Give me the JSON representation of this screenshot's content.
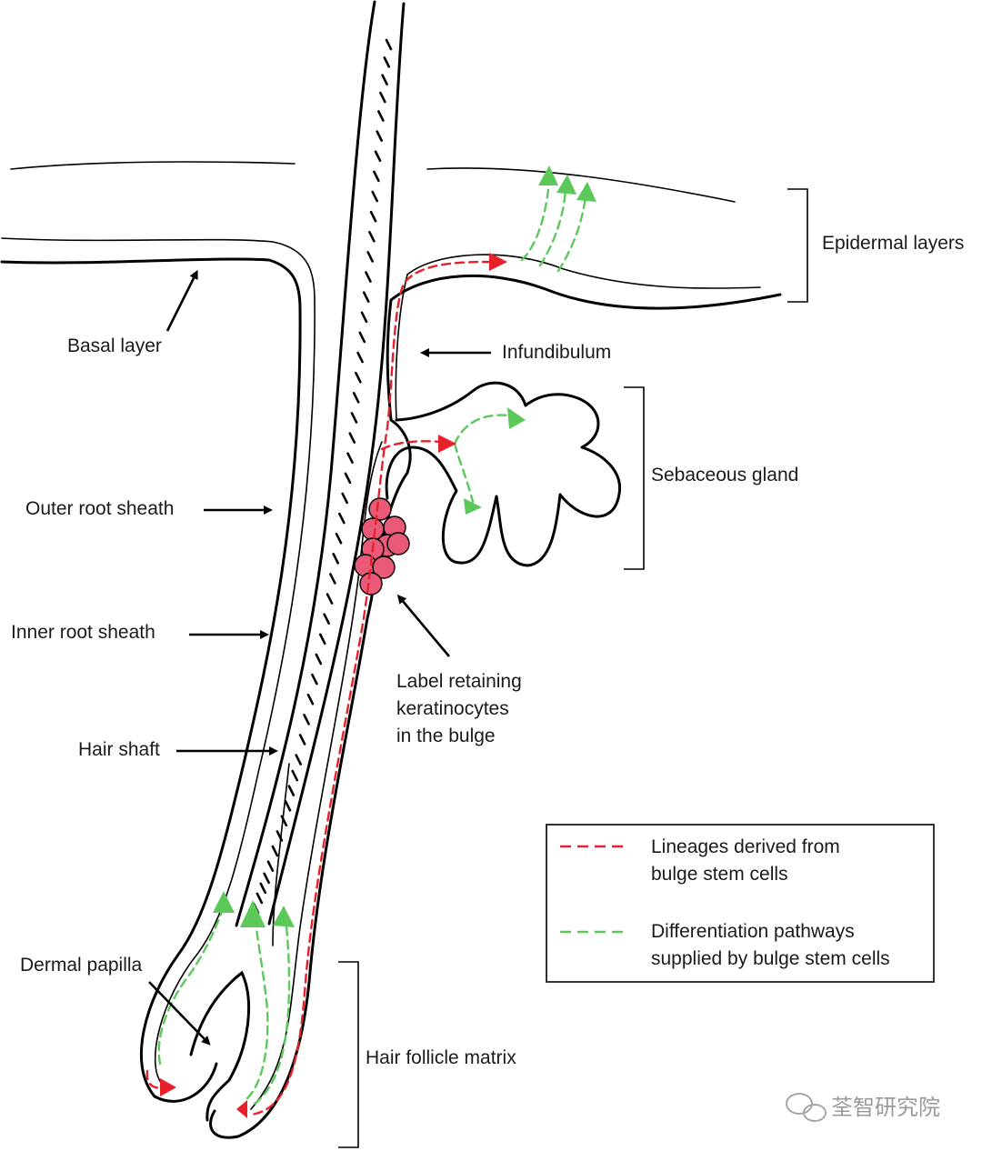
{
  "labels": {
    "basal_layer": "Basal layer",
    "outer_root_sheath": "Outer root sheath",
    "inner_root_sheath": "Inner root sheath",
    "hair_shaft": "Hair shaft",
    "dermal_papilla": "Dermal papilla",
    "infundibulum": "Infundibulum",
    "epidermal_layers": "Epidermal layers",
    "sebaceous_gland": "Sebaceous gland",
    "label_retaining": [
      "Label retaining",
      "keratinocytes",
      "in the bulge"
    ],
    "hair_follicle_matrix": "Hair follicle matrix"
  },
  "legend": {
    "items": [
      {
        "lines": [
          "Lineages derived from",
          "bulge stem cells"
        ],
        "color": "#e8202a"
      },
      {
        "lines": [
          "Differentiation pathways",
          "supplied by bulge stem cells"
        ],
        "color": "#5cc85a"
      }
    ]
  },
  "watermark": "荃智研究院",
  "colors": {
    "lineage": "#e8202a",
    "differentiation": "#5cc85a",
    "stem_cell_fill": "#e85a78",
    "outline": "#000000"
  }
}
